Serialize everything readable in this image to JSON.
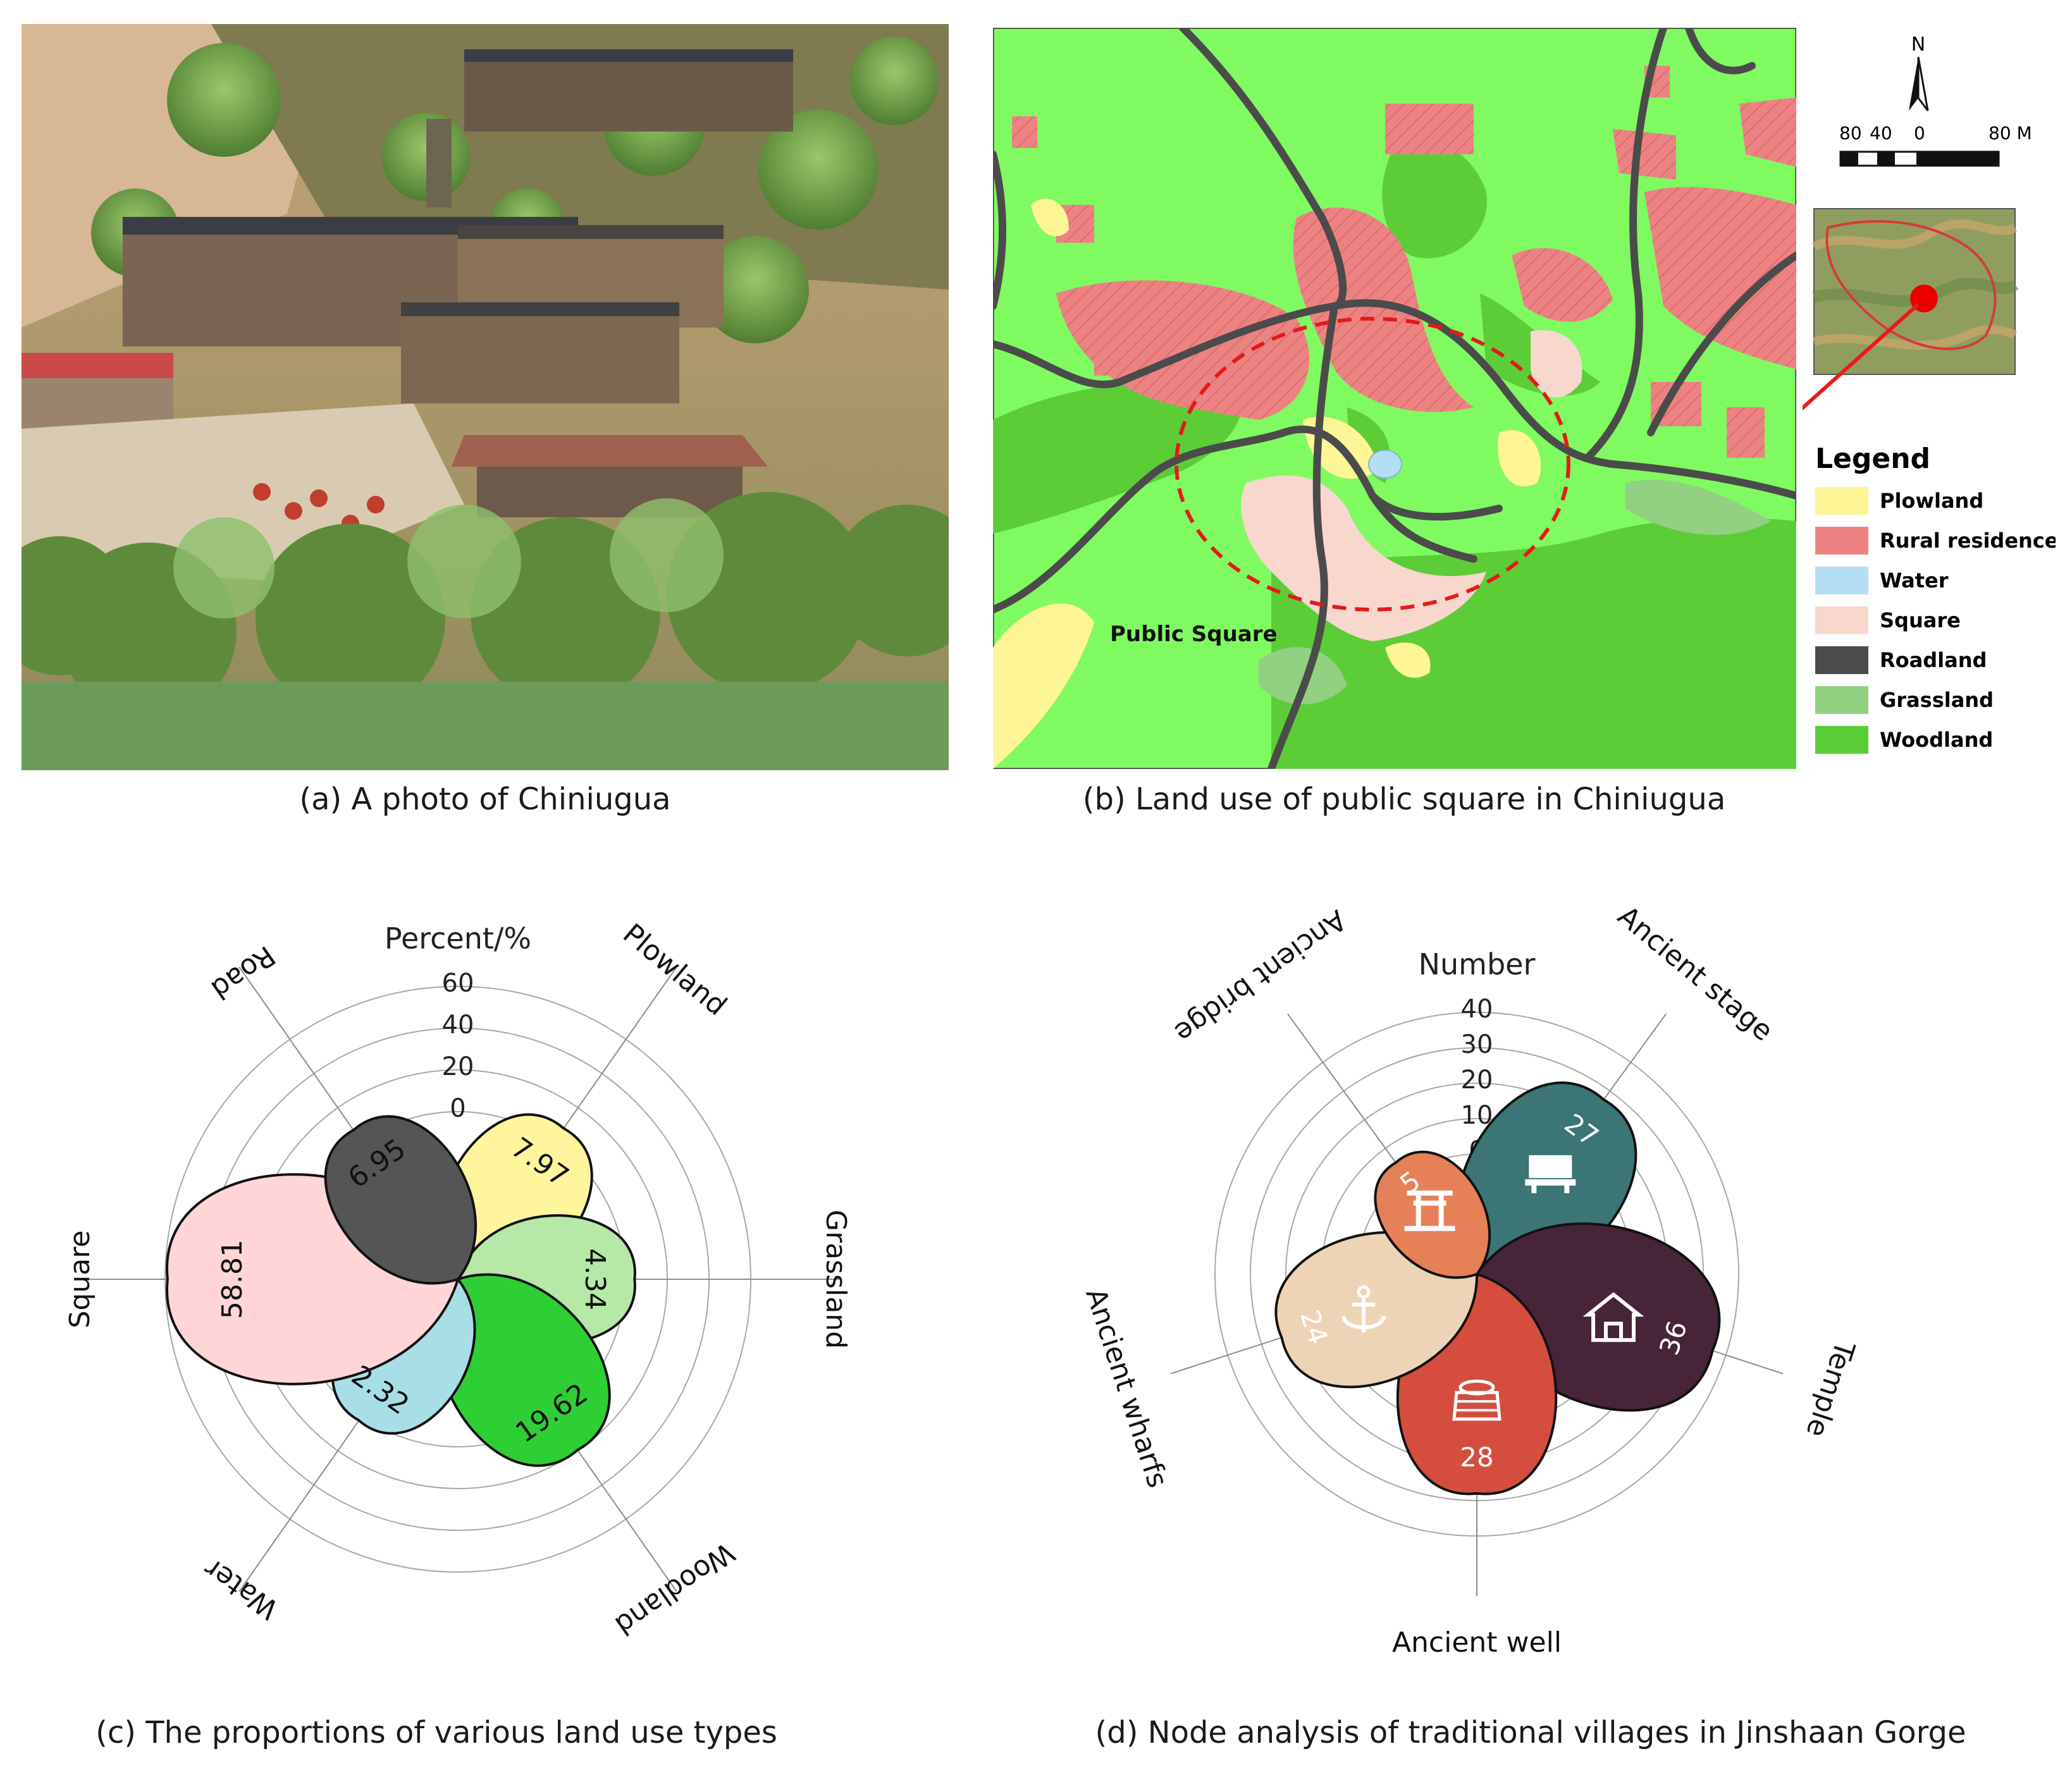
{
  "panels": {
    "a": {
      "caption": "(a) A photo of Chiniugua"
    },
    "b": {
      "caption": "(b) Land use of public square in Chiniugua",
      "map_label": "Public Square",
      "north_label": "N",
      "scale_labels": [
        "80",
        "40",
        "0",
        "80 M"
      ],
      "legend_title": "Legend",
      "legend": [
        {
          "label": "Plowland",
          "color": "#fef596"
        },
        {
          "label": "Rural residence",
          "color": "#ec8383"
        },
        {
          "label": "Water",
          "color": "#b5def4"
        },
        {
          "label": "Square",
          "color": "#f8d7cd"
        },
        {
          "label": "Roadland",
          "color": "#4b4b4b"
        },
        {
          "label": "Grassland",
          "color": "#92d082"
        },
        {
          "label": "Woodland",
          "color": "#5ccd37"
        }
      ],
      "background_color": "#7ffa61"
    },
    "c": {
      "caption": "(c) The proportions of various land use types"
    },
    "d": {
      "caption": "(d) Node analysis of traditional villages in Jinshaan Gorge"
    }
  },
  "chart_data": [
    {
      "type": "polar-petal",
      "axis_title": "Percent/%",
      "ticks": [
        0,
        20,
        40,
        60
      ],
      "categories": [
        "Plowland",
        "Grassland",
        "Woodland",
        "Water",
        "Square",
        "Road"
      ],
      "values": [
        7.97,
        4.34,
        19.62,
        2.32,
        58.81,
        6.95
      ],
      "labels": [
        "7.97",
        "4.34",
        "19.62",
        "2.32",
        "58.81",
        "6.95"
      ],
      "colors": [
        "#fff59d",
        "#b6e8a8",
        "#2ecf35",
        "#a8dfe6",
        "#ffd5d8",
        "#555555"
      ]
    },
    {
      "type": "polar-petal",
      "axis_title": "Number",
      "ticks": [
        0,
        10,
        20,
        30,
        40
      ],
      "categories": [
        "Ancient stage",
        "Temple",
        "Ancient well",
        "Ancient wharfs",
        "Ancient bridge"
      ],
      "values": [
        27,
        36,
        28,
        24,
        5
      ],
      "labels": [
        "27",
        "36",
        "28",
        "24",
        "5"
      ],
      "colors": [
        "#3b7576",
        "#472437",
        "#d44d3e",
        "#edd4b6",
        "#e58057"
      ],
      "icons": [
        "stage-icon",
        "temple-icon",
        "well-icon",
        "anchor-icon",
        "bridge-gate-icon"
      ]
    }
  ]
}
